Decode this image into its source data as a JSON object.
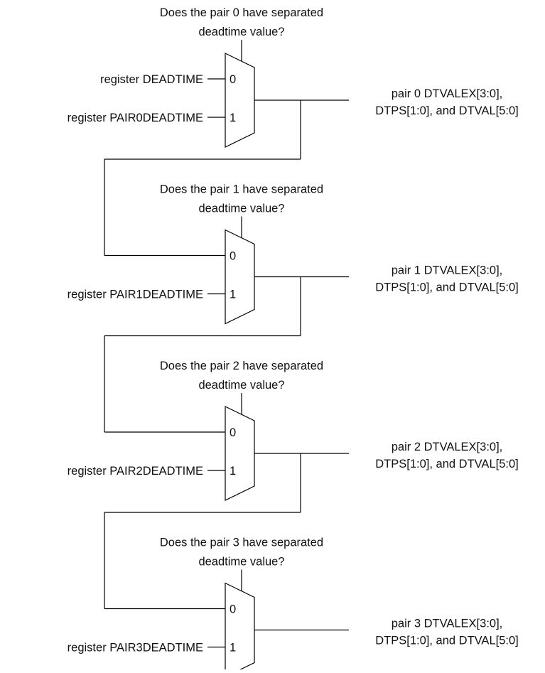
{
  "stages": [
    {
      "question": [
        "Does the pair 0 have separated",
        "deadtime value?"
      ],
      "input0": "register DEADTIME",
      "input1": "register PAIR0DEADTIME",
      "sel0": "0",
      "sel1": "1",
      "output": [
        "pair 0 DTVALEX[3:0],",
        "DTPS[1:0], and DTVAL[5:0]"
      ]
    },
    {
      "question": [
        "Does the pair 1 have separated",
        "deadtime value?"
      ],
      "input0": "",
      "input1": "register PAIR1DEADTIME",
      "sel0": "0",
      "sel1": "1",
      "output": [
        "pair 1 DTVALEX[3:0],",
        "DTPS[1:0], and DTVAL[5:0]"
      ]
    },
    {
      "question": [
        "Does the pair 2 have separated",
        "deadtime value?"
      ],
      "input0": "",
      "input1": "register PAIR2DEADTIME",
      "sel0": "0",
      "sel1": "1",
      "output": [
        "pair 2 DTVALEX[3:0],",
        "DTPS[1:0], and DTVAL[5:0]"
      ]
    },
    {
      "question": [
        "Does the pair 3 have separated",
        "deadtime value?"
      ],
      "input0": "",
      "input1": "register PAIR3DEADTIME",
      "sel0": "0",
      "sel1": "1",
      "output": [
        "pair 3 DTVALEX[3:0],",
        "DTPS[1:0], and DTVAL[5:0]"
      ]
    }
  ]
}
